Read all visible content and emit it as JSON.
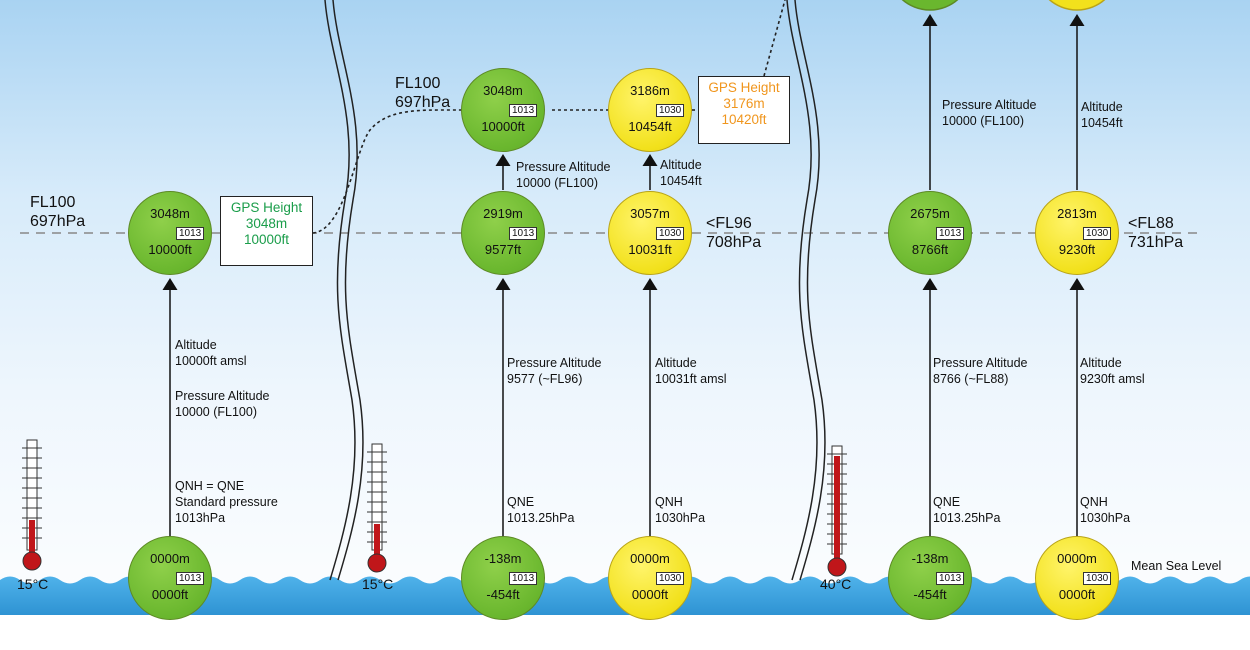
{
  "colors": {
    "green": "#6ab72e",
    "yellow": "#f2e11c",
    "gps_green": "#1a9d4a",
    "gps_orange": "#f0961e",
    "water": "#3fa5e0"
  },
  "reference_level_left": {
    "line1": "FL100",
    "line2": "697hPa"
  },
  "panel1": {
    "top_ball": {
      "m": "3048m",
      "qnh": "1013",
      "ft": "10000ft"
    },
    "gps": {
      "title": "GPS Height",
      "m": "3048m",
      "ft": "10000ft"
    },
    "labels": {
      "altitude": "Altitude",
      "altitude_val": "10000ft amsl",
      "pa": "Pressure Altitude",
      "pa_val": "10000 (FL100)",
      "qnh": "QNH = QNE",
      "qnh_sub": "Standard pressure",
      "qnh_val": "1013hPa"
    },
    "bottom_ball": {
      "m": "0000m",
      "qnh": "1013",
      "ft": "0000ft"
    },
    "temp": "15°C"
  },
  "panel2": {
    "fl_label": {
      "line1": "FL100",
      "line2": "697hPa"
    },
    "green_top": {
      "m": "3048m",
      "qnh": "1013",
      "ft": "10000ft"
    },
    "yellow_top": {
      "m": "3186m",
      "qnh": "1030",
      "ft": "10454ft"
    },
    "gps": {
      "title": "GPS Height",
      "m": "3176m",
      "ft": "10420ft"
    },
    "green_mid_label": {
      "l1": "Pressure Altitude",
      "l2": "10000 (FL100)"
    },
    "yellow_mid_label": {
      "l1": "Altitude",
      "l2": "10454ft"
    },
    "green_mid": {
      "m": "2919m",
      "qnh": "1013",
      "ft": "9577ft"
    },
    "yellow_mid": {
      "m": "3057m",
      "qnh": "1030",
      "ft": "10031ft"
    },
    "level": {
      "l1": "<FL96",
      "l2": "708hPa"
    },
    "green_low_label": {
      "l1": "Pressure Altitude",
      "l2": "9577 (~FL96)"
    },
    "yellow_low_label": {
      "l1": "Altitude",
      "l2": "10031ft amsl"
    },
    "green_qne": {
      "l1": "QNE",
      "l2": "1013.25hPa"
    },
    "yellow_qnh": {
      "l1": "QNH",
      "l2": "1030hPa"
    },
    "green_bottom": {
      "m": "-138m",
      "qnh": "1013",
      "ft": "-454ft"
    },
    "yellow_bottom": {
      "m": "0000m",
      "qnh": "1030",
      "ft": "0000ft"
    },
    "temp": "15°C"
  },
  "panel3": {
    "green_upper_label": {
      "l1": "Pressure Altitude",
      "l2": "10000 (FL100)"
    },
    "yellow_upper_label": {
      "l1": "Altitude",
      "l2": "10454ft"
    },
    "green_mid": {
      "m": "2675m",
      "qnh": "1013",
      "ft": "8766ft"
    },
    "yellow_mid": {
      "m": "2813m",
      "qnh": "1030",
      "ft": "9230ft"
    },
    "level": {
      "l1": "<FL88",
      "l2": "731hPa"
    },
    "green_low_label": {
      "l1": "Pressure Altitude",
      "l2": "8766 (~FL88)"
    },
    "yellow_low_label": {
      "l1": "Altitude",
      "l2": "9230ft amsl"
    },
    "green_qne": {
      "l1": "QNE",
      "l2": "1013.25hPa"
    },
    "yellow_qnh": {
      "l1": "QNH",
      "l2": "1030hPa"
    },
    "green_bottom": {
      "m": "-138m",
      "qnh": "1013",
      "ft": "-454ft"
    },
    "yellow_bottom": {
      "m": "0000m",
      "qnh": "1030",
      "ft": "0000ft"
    },
    "temp": "40°C",
    "msl": "Mean Sea Level"
  }
}
